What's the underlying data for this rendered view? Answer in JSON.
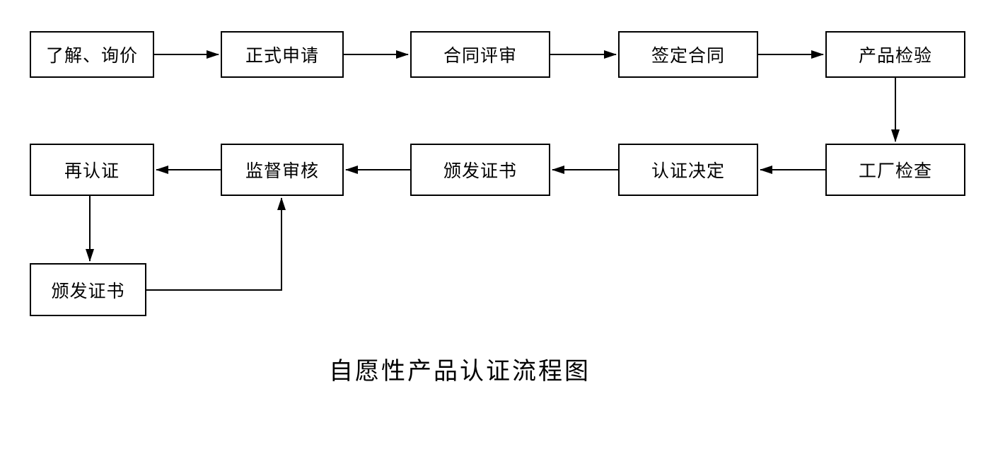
{
  "title": "自愿性产品认证流程图",
  "flow": {
    "top_row": [
      "了解、询价",
      "正式申请",
      "合同评审",
      "签定合同",
      "产品检验"
    ],
    "middle_row": [
      "再认证",
      "监督审核",
      "颁发证书",
      "认证决定",
      "工厂检查"
    ],
    "bottom_row": [
      "颁发证书"
    ]
  },
  "edges": [
    {
      "from": "了解、询价",
      "to": "正式申请"
    },
    {
      "from": "正式申请",
      "to": "合同评审"
    },
    {
      "from": "合同评审",
      "to": "签定合同"
    },
    {
      "from": "签定合同",
      "to": "产品检验"
    },
    {
      "from": "产品检验",
      "to": "工厂检查"
    },
    {
      "from": "工厂检查",
      "to": "认证决定"
    },
    {
      "from": "认证决定",
      "to": "颁发证书"
    },
    {
      "from": "颁发证书",
      "to": "监督审核"
    },
    {
      "from": "监督审核",
      "to": "再认证"
    },
    {
      "from": "再认证",
      "to": "颁发证书(下)"
    },
    {
      "from": "颁发证书(下)",
      "to": "监督审核"
    }
  ],
  "colors": {
    "line": "#000000",
    "background": "#ffffff",
    "text": "#000000"
  }
}
